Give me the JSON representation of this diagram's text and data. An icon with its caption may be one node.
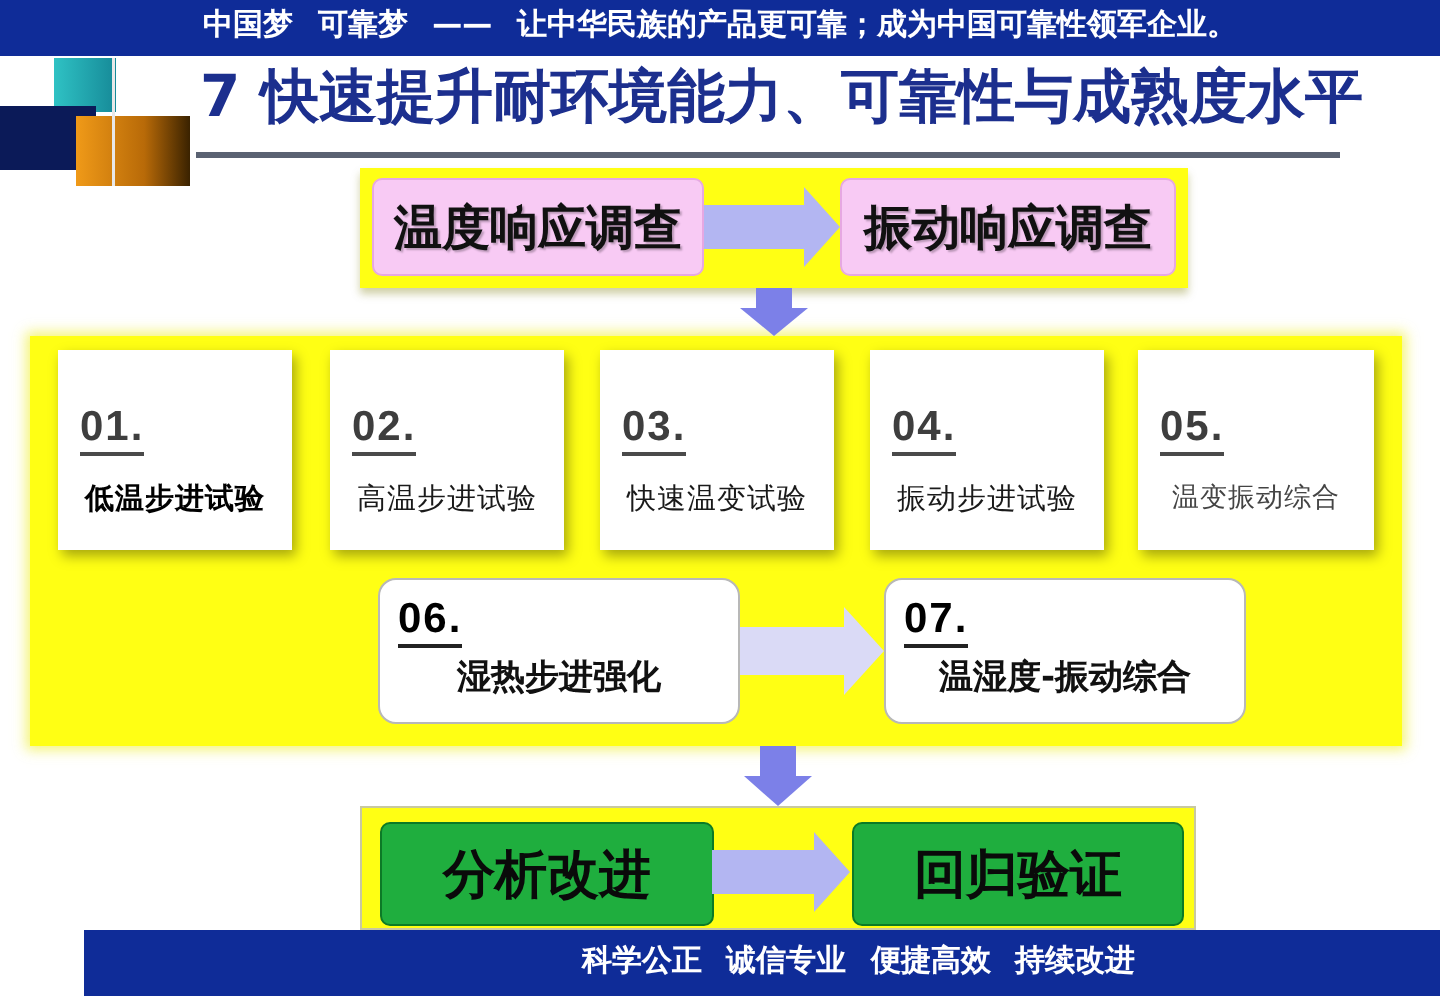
{
  "diagram": {
    "title": "7 快速提升耐环境能力、可靠性与成熟度水平",
    "nodes": [
      {
        "text": [],
        "shape": "box"
      },
      {
        "text": [
          "温度响应调查"
        ],
        "in": 0
      },
      {
        "text": [
          "振动响应调查"
        ],
        "in": 0
      },
      {
        "text": [],
        "shape": "box"
      },
      {
        "text": [
          "01.",
          "低温步进试验"
        ],
        "in": 3
      },
      {
        "text": [
          "02.",
          "高温步进试验"
        ],
        "in": 3
      },
      {
        "text": [
          "03.",
          "快速温变试验"
        ],
        "in": 3
      },
      {
        "text": [
          "04.",
          "振动步进试验"
        ],
        "in": 3
      },
      {
        "text": [
          "05.",
          "温变振动综合"
        ],
        "in": 3
      },
      {
        "text": [
          "06.",
          "湿热步进强化"
        ],
        "in": 3
      },
      {
        "text": [
          "07.",
          "温湿度-振动综合"
        ],
        "in": 3
      },
      {
        "text": [],
        "shape": "box"
      },
      {
        "text": [
          "分析改进"
        ],
        "in": 11
      },
      {
        "text": [
          "回归验证"
        ],
        "in": 11
      }
    ],
    "edges": [
      {
        "from": 1,
        "to": 2,
        "arrow": "to"
      },
      {
        "from": 0,
        "to": 3,
        "arrow": "to",
        "color": "#7c80e8"
      },
      {
        "from": 9,
        "to": 10,
        "arrow": "to",
        "color": "#dadaf6"
      },
      {
        "from": 3,
        "to": 11,
        "arrow": "to",
        "color": "#7c80e8"
      },
      {
        "from": 12,
        "to": 13,
        "arrow": "to"
      }
    ],
    "labels": [
      "中国梦 可靠梦 —— 让中华民族的产品更可靠；成为中国可靠性领军企业。",
      "科学公正 诚信专业 便捷高效 持续改进"
    ]
  }
}
